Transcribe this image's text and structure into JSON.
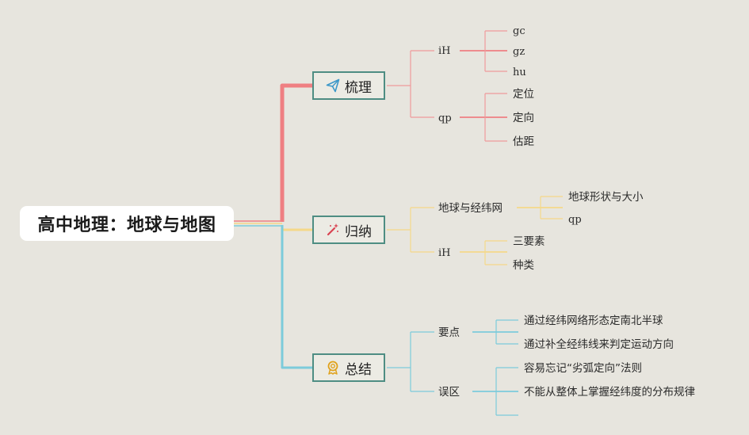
{
  "root": {
    "title": "高中地理：地球与地图"
  },
  "branches": [
    {
      "label": "梳理",
      "icon": "paper-plane-icon",
      "color": "#ef7f82",
      "children": [
        {
          "label": "iH",
          "leaves": [
            "gc",
            "gz",
            "hu"
          ]
        },
        {
          "label": "qp",
          "leaves": [
            "定位",
            "定向",
            "估距"
          ]
        }
      ]
    },
    {
      "label": "归纳",
      "icon": "magic-wand-icon",
      "color": "#f5d889",
      "children": [
        {
          "label": "地球与经纬网",
          "leaves": [
            "地球形状与大小",
            "qp"
          ]
        },
        {
          "label": "iH",
          "leaves": [
            "三要素",
            "种类"
          ]
        }
      ]
    },
    {
      "label": "总结",
      "icon": "award-medal-icon",
      "color": "#7ccbdb",
      "children": [
        {
          "label": "要点",
          "leaves": [
            "通过经纬网络形态定南北半球",
            "通过补全经纬线来判定运动方向"
          ]
        },
        {
          "label": "误区",
          "leaves": [
            "容易忘记“劣弧定向”法则",
            "不能从整体上掌握经纬度的分布规律",
            ""
          ]
        }
      ]
    }
  ]
}
